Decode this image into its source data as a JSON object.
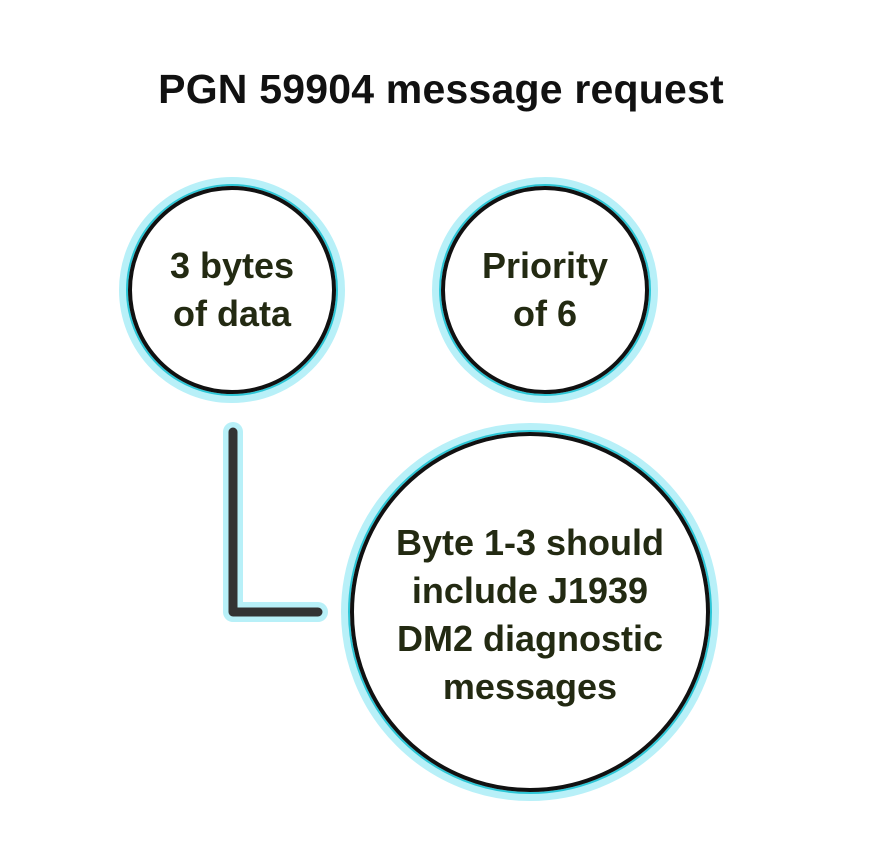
{
  "title": "PGN 59904 message request",
  "nodes": [
    {
      "id": "data-bytes",
      "lines": [
        "3 bytes",
        "of data"
      ]
    },
    {
      "id": "priority",
      "lines": [
        "Priority",
        "of 6"
      ]
    },
    {
      "id": "byte-content",
      "lines": [
        "Byte 1-3 should",
        "include J1939",
        "DM2 diagnostic",
        "messages"
      ]
    }
  ],
  "colors": {
    "glow": "#b8f0f8",
    "outline": "#2cc6d6",
    "stroke": "#111111",
    "text": "#232a12",
    "connector": "#333333"
  }
}
